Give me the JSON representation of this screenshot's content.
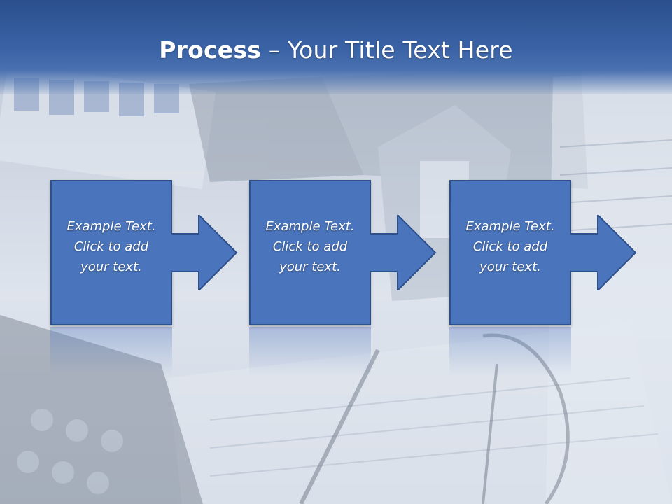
{
  "slide": {
    "title_bold": "Process",
    "title_rest": " – Your Title Text Here"
  },
  "steps": [
    {
      "line1": "Example Text.",
      "line2": "Click  to add",
      "line3": "your text."
    },
    {
      "line1": "Example Text.",
      "line2": "Click  to add",
      "line3": "your text."
    },
    {
      "line1": "Example Text.",
      "line2": "Click  to add",
      "line3": "your text."
    }
  ],
  "colors": {
    "title_band": "#3a63a6",
    "box_fill": "#4a74bc",
    "box_border": "#2d4f8a",
    "title_text": "#ffffff"
  }
}
